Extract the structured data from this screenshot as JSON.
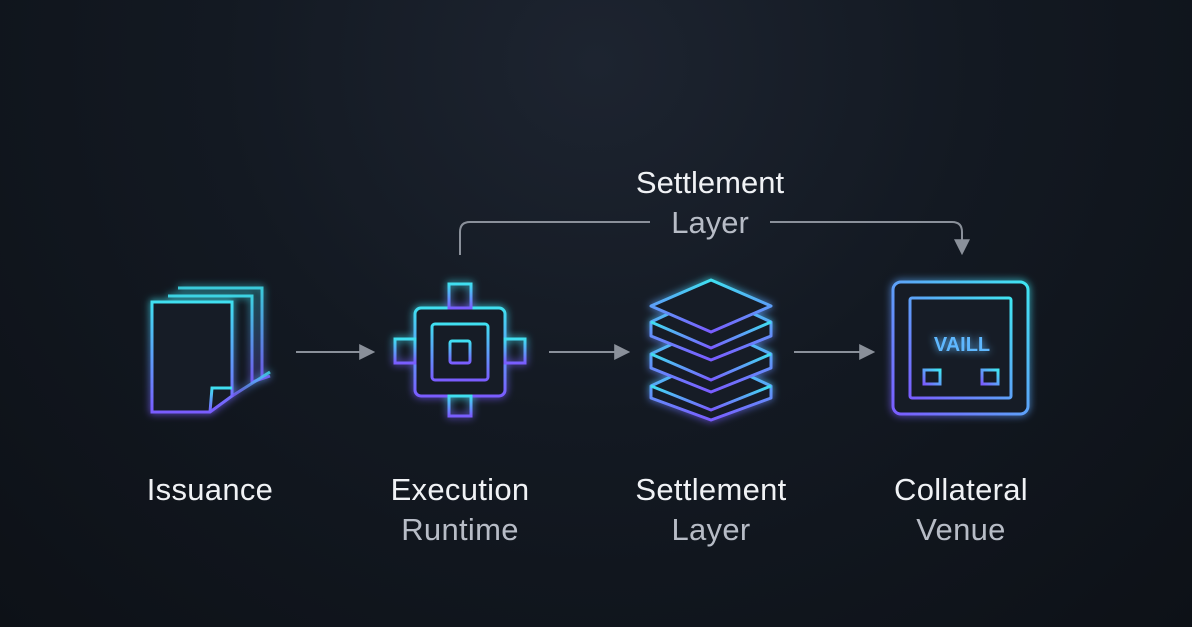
{
  "diagram": {
    "top_connector": {
      "line1": "Settlement",
      "line2": "Layer"
    },
    "nodes": [
      {
        "id": "issuance",
        "icon": "documents-icon",
        "line1": "Issuance",
        "line2": ""
      },
      {
        "id": "execution",
        "icon": "chip-icon",
        "line1": "Execution",
        "line2": "Runtime"
      },
      {
        "id": "settlement",
        "icon": "layers-icon",
        "line1": "Settlement",
        "line2": "Layer"
      },
      {
        "id": "collateral",
        "icon": "vault-icon",
        "line1": "Collateral",
        "line2": "Venue",
        "icon_text": "VAILL"
      }
    ],
    "colors": {
      "background": "#0f141b",
      "accent_cyan": "#3fe0f0",
      "accent_violet": "#7a5cff",
      "arrow": "#8a909a"
    }
  }
}
